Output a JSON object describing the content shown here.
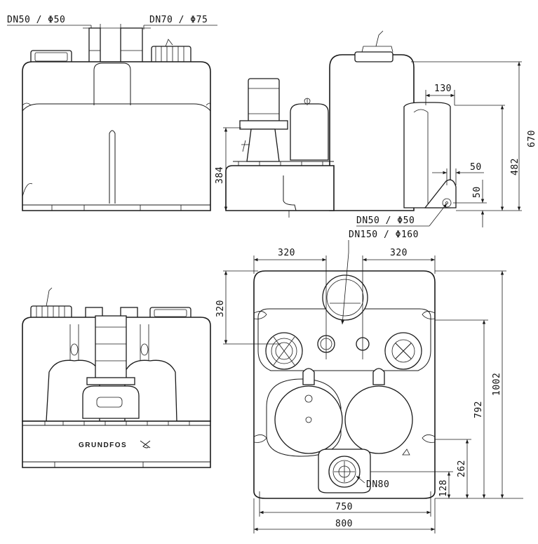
{
  "labels": {
    "dn50_top": "DN50 / Φ50",
    "dn70_top": "DN70 / Φ75",
    "dim_130": "130",
    "dim_670": "670",
    "dim_482": "482",
    "dim_384": "384",
    "dim_50a": "50",
    "dim_50b": "50",
    "dn50_side": "DN50 / Φ50",
    "dn150": "DN150 / Φ160",
    "dim_320_left": "320",
    "dim_320_right": "320",
    "dim_320_vert": "320",
    "dim_1002": "1002",
    "dim_792": "792",
    "dim_262": "262",
    "dim_128": "128",
    "dn80": "DN80",
    "dim_750": "750",
    "dim_800": "800",
    "brand": "GRUNDFOS"
  }
}
